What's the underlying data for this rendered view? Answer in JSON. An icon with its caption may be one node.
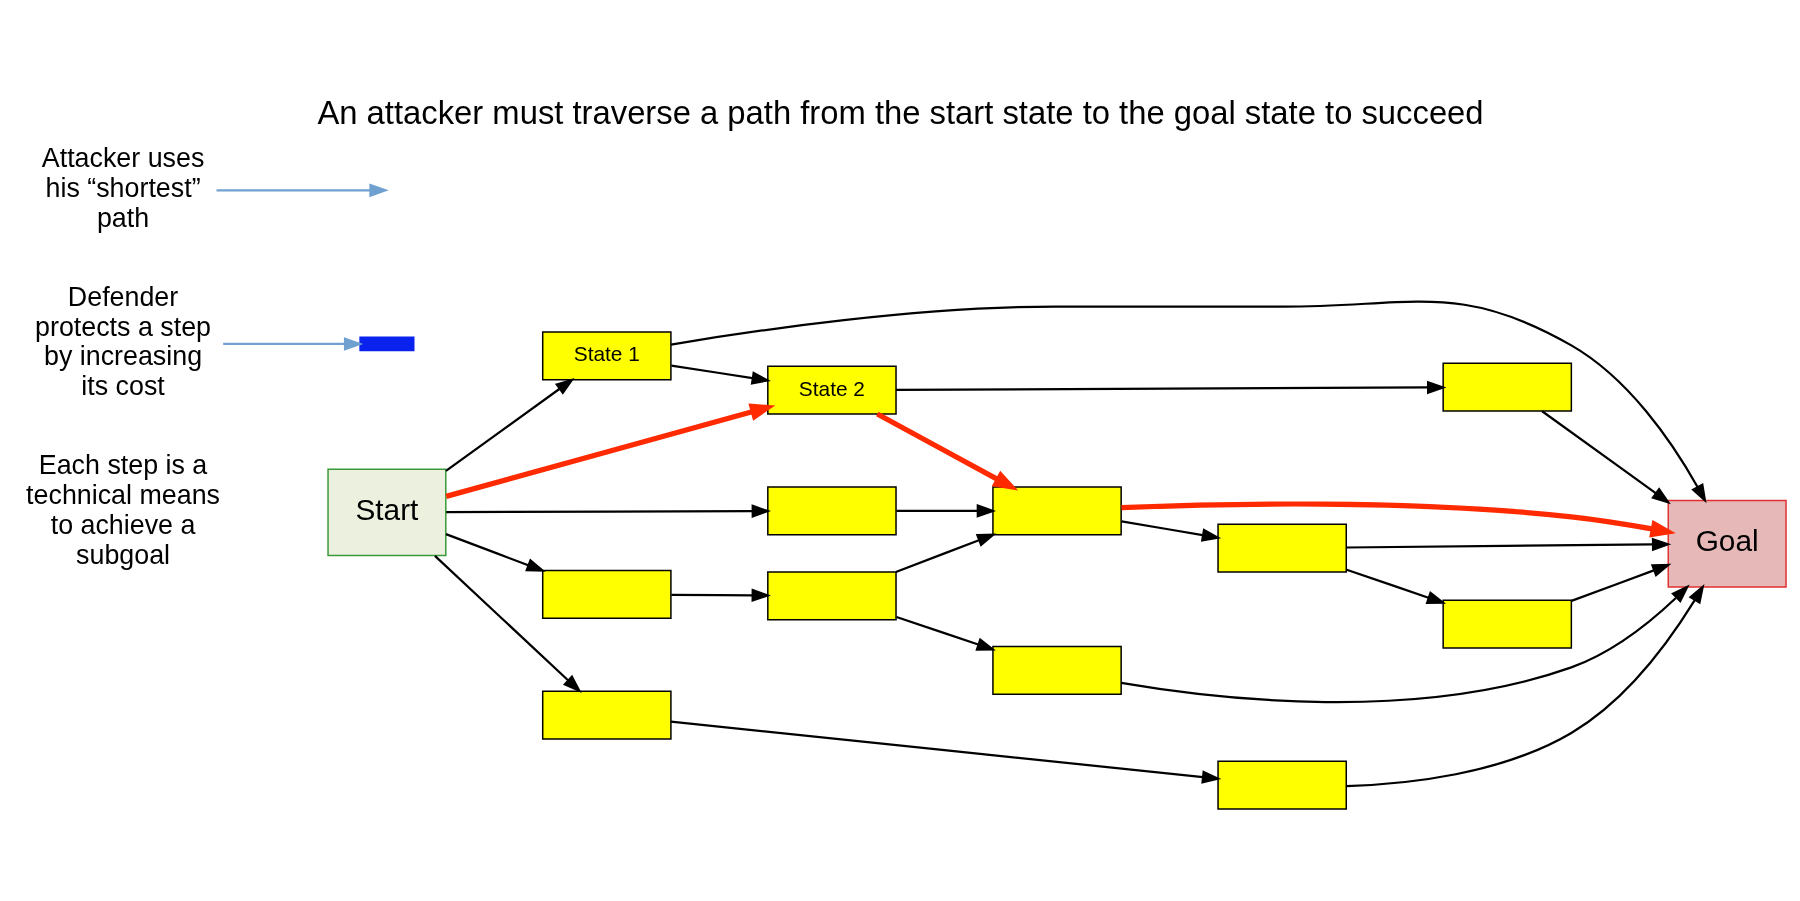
{
  "diagram": {
    "title": "An attacker must traverse a path from the start state to the goal state to succeed",
    "nodes": [
      {
        "text": [
          "Start"
        ]
      },
      {
        "text": [
          "State 1"
        ]
      },
      {
        "text": [
          "State 2"
        ]
      },
      {
        "text": [],
        "shape": "box"
      },
      {
        "text": [],
        "shape": "box"
      },
      {
        "text": [],
        "shape": "box"
      },
      {
        "text": [],
        "shape": "box"
      },
      {
        "text": [],
        "shape": "box"
      },
      {
        "text": [],
        "shape": "box"
      },
      {
        "text": [],
        "shape": "box"
      },
      {
        "text": [],
        "shape": "box"
      },
      {
        "text": [],
        "shape": "box"
      },
      {
        "text": [],
        "shape": "box"
      },
      {
        "text": [
          "Goal"
        ]
      },
      {
        "text": [
          "Defender protects a step by increasing its cost"
        ]
      },
      {
        "text": [],
        "shape": "bar"
      },
      {
        "text": [
          "Attacker uses his “shortest” path"
        ]
      }
    ],
    "edges": [
      {
        "from": 0,
        "to": 1,
        "arrow": "to"
      },
      {
        "from": 1,
        "to": 2,
        "arrow": "to"
      },
      {
        "from": 0,
        "to": 2,
        "arrow": "to",
        "style": "thick",
        "color": "#ff2a00"
      },
      {
        "from": 0,
        "to": 4,
        "arrow": "to"
      },
      {
        "from": 0,
        "to": 5,
        "arrow": "to"
      },
      {
        "from": 0,
        "to": 6,
        "arrow": "to"
      },
      {
        "from": 1,
        "to": 13,
        "arrow": "to"
      },
      {
        "from": 2,
        "to": 3,
        "arrow": "to"
      },
      {
        "from": 3,
        "to": 13,
        "arrow": "to"
      },
      {
        "from": 2,
        "to": 8,
        "arrow": "to",
        "style": "thick",
        "color": "#ff2a00"
      },
      {
        "from": 4,
        "to": 8,
        "arrow": "to"
      },
      {
        "from": 5,
        "to": 7,
        "arrow": "to"
      },
      {
        "from": 7,
        "to": 8,
        "arrow": "to"
      },
      {
        "from": 7,
        "to": 11,
        "arrow": "to"
      },
      {
        "from": 8,
        "to": 9,
        "arrow": "to"
      },
      {
        "from": 9,
        "to": 13,
        "arrow": "to"
      },
      {
        "from": 9,
        "to": 10,
        "arrow": "to"
      },
      {
        "from": 10,
        "to": 13,
        "arrow": "to"
      },
      {
        "from": 8,
        "to": 13,
        "arrow": "to",
        "style": "thick",
        "color": "#ff2a00"
      },
      {
        "from": 11,
        "to": 13,
        "arrow": "to"
      },
      {
        "from": 6,
        "to": 12,
        "arrow": "to"
      },
      {
        "from": 12,
        "to": 13,
        "arrow": "to"
      },
      {
        "from": 14,
        "to": 15,
        "arrow": "to",
        "color": "#6fa0d0"
      },
      {
        "from": 16,
        "to": null,
        "arrow": "to",
        "color": "#6fa0d0"
      }
    ],
    "labels": [
      "Each step is a technical means to achieve a subgoal"
    ]
  }
}
